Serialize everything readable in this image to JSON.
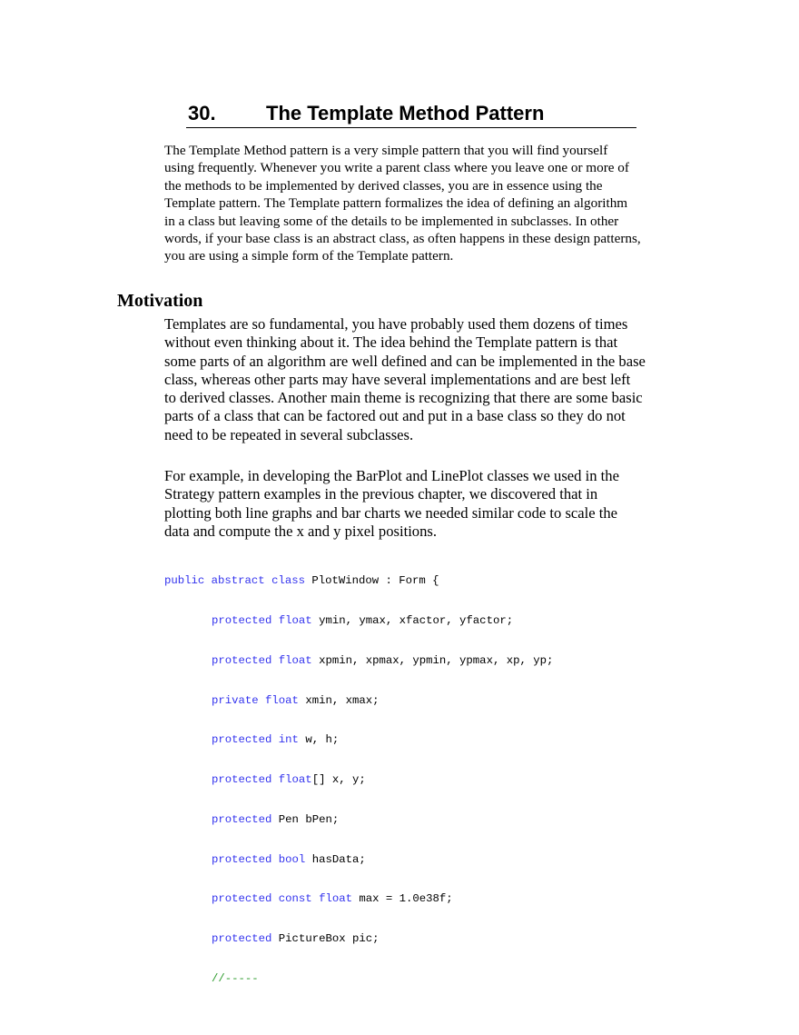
{
  "chapter": {
    "number": "30.",
    "title": "The Template Method Pattern"
  },
  "intro": "The Template Method pattern is a very simple pattern that you will find yourself using frequently. Whenever you write a parent class where you leave one or more of the methods to be implemented by derived classes, you are in essence using the Template pattern. The Template pattern formalizes the idea of defining an algorithm in a class but leaving some of the details to be implemented in subclasses. In other words, if your base class is an abstract class, as often happens in these design patterns, you are using a simple form of the Template pattern.",
  "section": {
    "heading": "Motivation",
    "paragraphs": [
      "Templates are so fundamental, you have probably used them dozens of times without even thinking about it. The idea behind the Template pattern is that some parts of an algorithm are well defined and can be implemented in the base class, whereas other parts may have several implementations and are best left to derived classes. Another main theme is recognizing that there are some basic parts of a class that can be factored out and put in a base class so they do not need to be repeated in several subclasses.",
      "For example, in developing the BarPlot and LinePlot classes we used in the Strategy pattern examples in the previous chapter, we discovered that in plotting both line graphs and bar charts we needed similar code to scale the data and compute the x and y pixel positions."
    ]
  },
  "code": {
    "keyword_color": "#3333ee",
    "comment_color": "#2a9a2a",
    "lines": [
      {
        "kw": "public abstract class",
        "rest": " PlotWindow : Form {"
      },
      {
        "kw": "protected float",
        "rest": " ymin, ymax, xfactor, yfactor;"
      },
      {
        "kw": "protected float",
        "rest": " xpmin, xpmax, ypmin, ypmax, xp, yp;"
      },
      {
        "kw": "private float",
        "rest": " xmin, xmax;"
      },
      {
        "kw": "protected int",
        "rest": " w, h;"
      },
      {
        "kw": "protected float",
        "rest": "[] x, y;"
      },
      {
        "kw": "protected",
        "rest": " Pen bPen;"
      },
      {
        "kw": "protected bool",
        "rest": " hasData;"
      },
      {
        "kw": "protected const float",
        "rest": " max = 1.0e38f;"
      },
      {
        "kw": "protected",
        "rest": " PictureBox pic;"
      },
      {
        "comment": "//-----"
      }
    ]
  }
}
